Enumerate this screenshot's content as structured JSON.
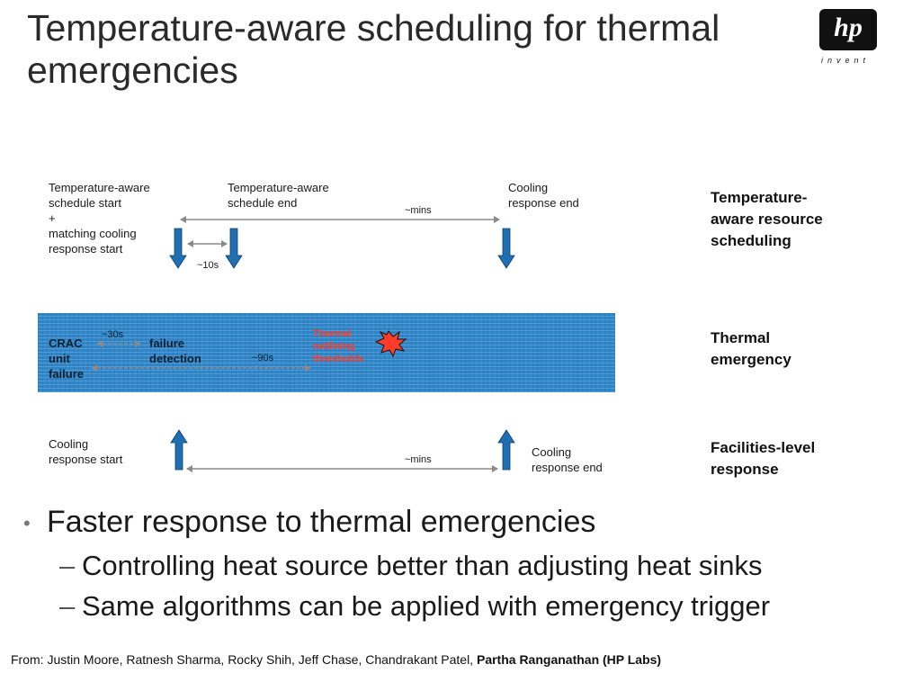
{
  "slide": {
    "title": "Temperature-aware scheduling for thermal emergencies"
  },
  "logo": {
    "mark": "hp",
    "tagline": "invent"
  },
  "diagram": {
    "top": {
      "start_line1": "Temperature-aware",
      "start_line2": "schedule start",
      "start_line3": "+",
      "start_line4": "matching cooling",
      "start_line5": "response start",
      "end_line1": "Temperature-aware",
      "end_line2": "schedule end",
      "cooling_line1": "Cooling",
      "cooling_line2": "response end",
      "gap_label": "~10s",
      "span_label": "~mins",
      "side_label_line1": "Temperature-",
      "side_label_line2": "aware resource",
      "side_label_line3": "scheduling"
    },
    "middle": {
      "crac_line1": "CRAC",
      "crac_line2": "unit",
      "crac_line3": "failure",
      "detect_line1": "failure",
      "detect_line2": "detection",
      "interval_30": "~30s",
      "interval_90": "~90s",
      "hazard_line1": "Thermal",
      "hazard_line2": "redlining",
      "hazard_line3": "thresholds",
      "side_label_line1": "Thermal",
      "side_label_line2": "emergency"
    },
    "bottom": {
      "start_line1": "Cooling",
      "start_line2": "response start",
      "end_line1": "Cooling",
      "end_line2": "response end",
      "span_label": "~mins",
      "side_label_line1": "Facilities-level",
      "side_label_line2": "response"
    }
  },
  "bullets": {
    "main": "Faster response to thermal emergencies",
    "sub1": "Controlling heat source better than adjusting heat sinks",
    "sub2": "Same algorithms can be applied with emergency trigger",
    "bullet_char": "•",
    "dash_char": "–"
  },
  "footer": {
    "prefix": "From: Justin Moore, Ratnesh Sharma, Rocky Shih, Jeff Chase, Chandrakant Patel, ",
    "bold_author": "Partha Ranganathan (HP Labs)"
  },
  "colors": {
    "arrow_blue": "#1f6fb3",
    "band_blue": "#2f86c9",
    "hazard_red": "#ff3b2a",
    "gray_line": "#8a8a8a"
  }
}
